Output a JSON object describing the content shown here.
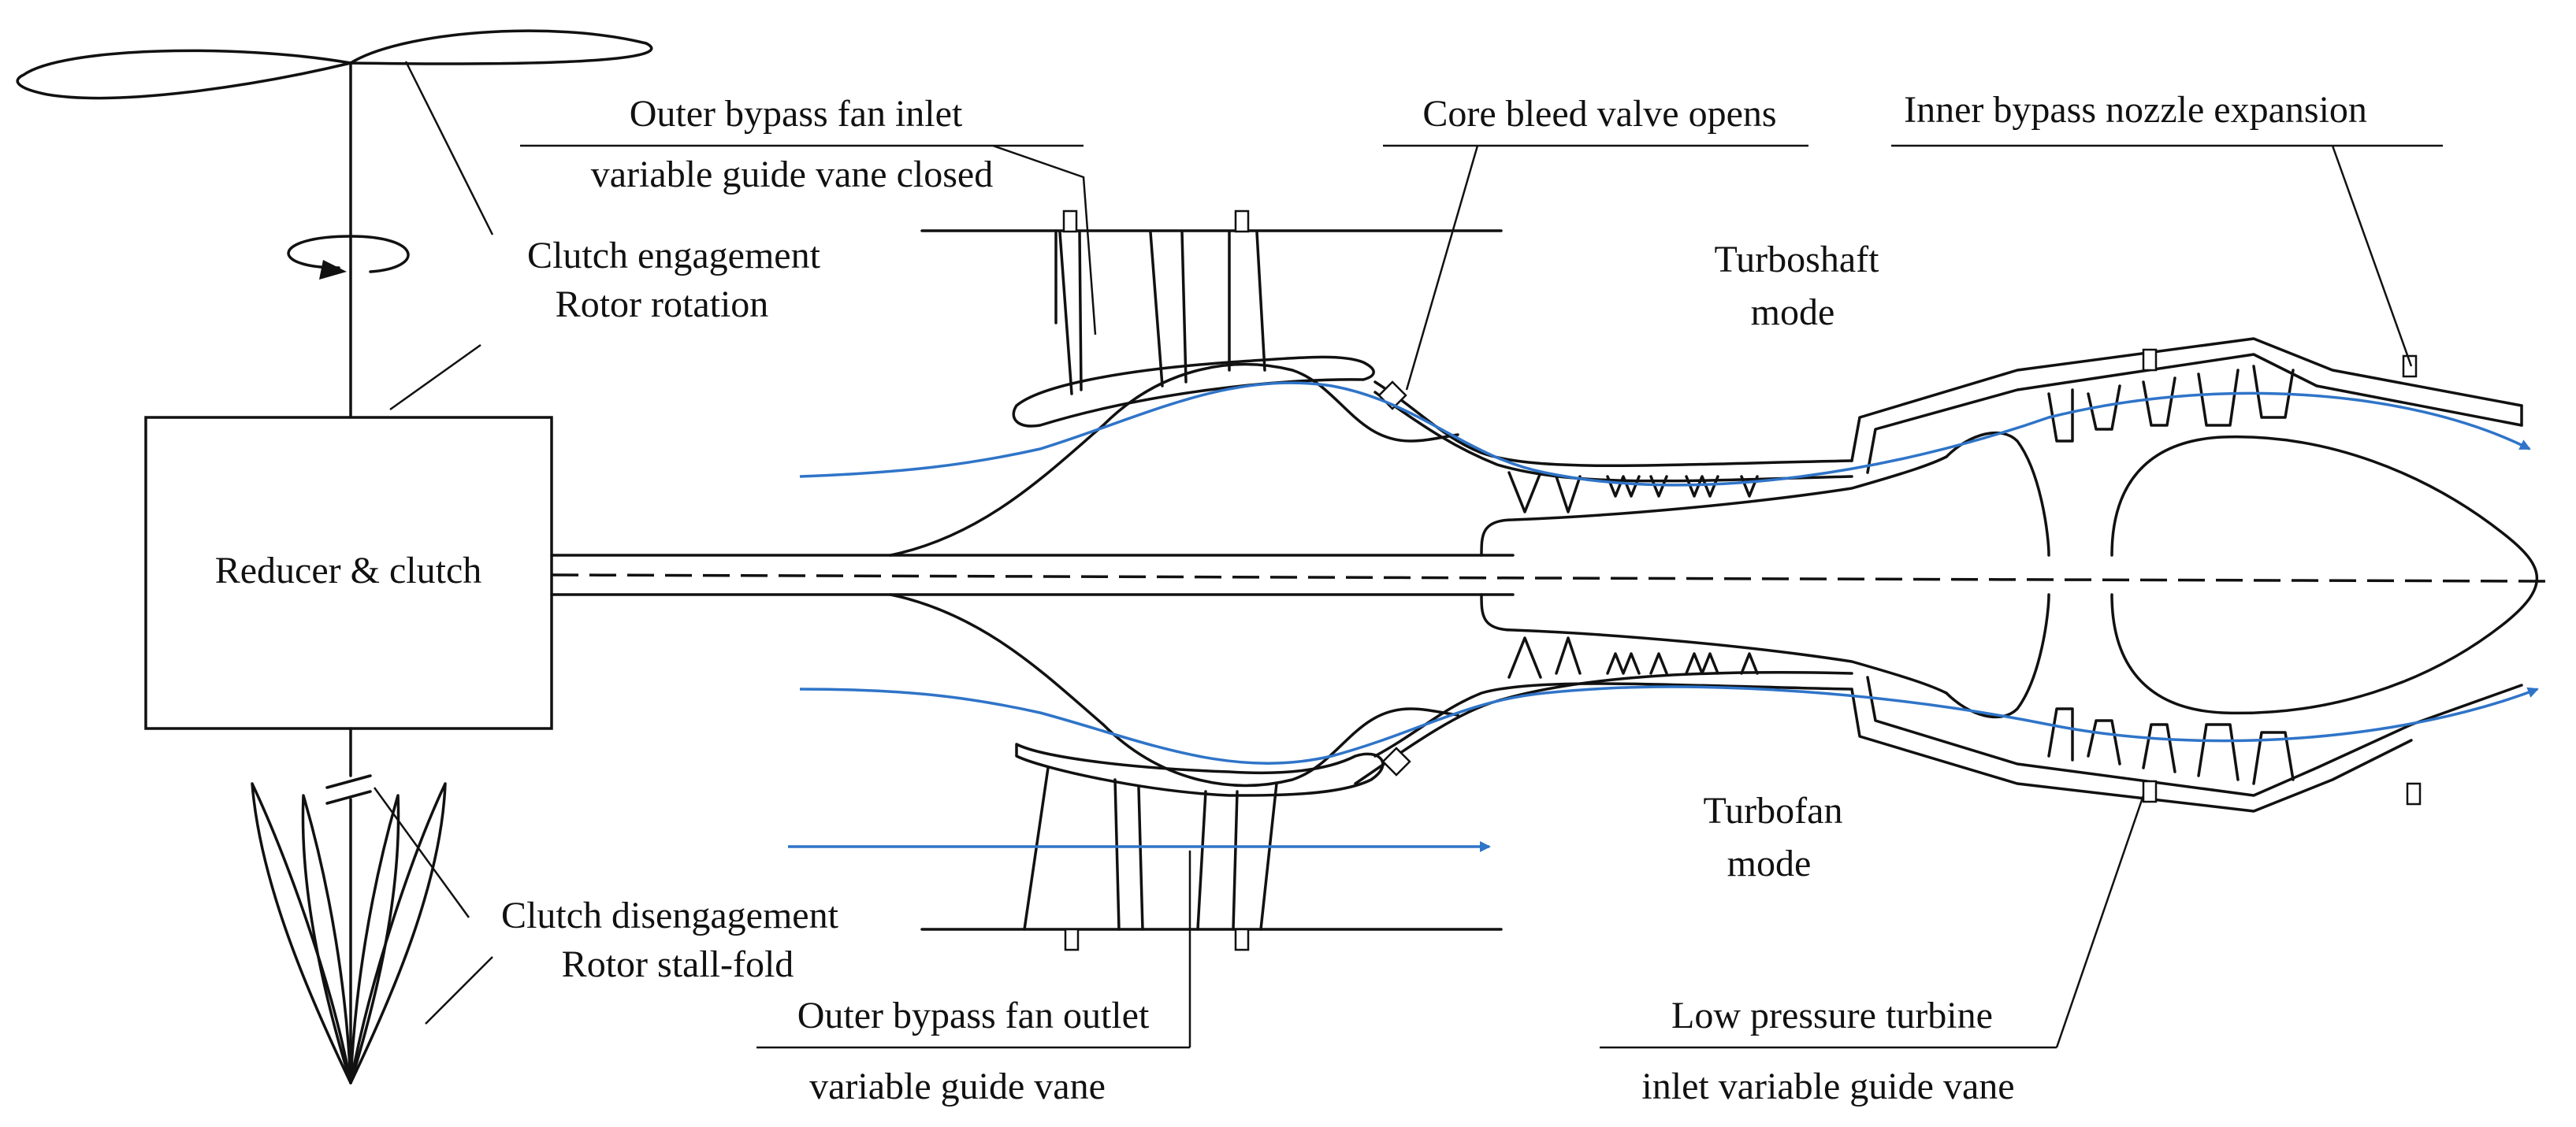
{
  "labels": {
    "outer_bypass_inlet_line1": "Outer bypass fan inlet",
    "outer_bypass_inlet_line2": "variable guide vane closed",
    "core_bleed": "Core bleed valve opens",
    "inner_bypass_nozzle": "Inner bypass nozzle expansion",
    "clutch_engagement_line1": "Clutch engagement",
    "clutch_engagement_line2": "Rotor rotation",
    "turboshaft_line1": "Turboshaft",
    "turboshaft_line2": "mode",
    "reducer_clutch": "Reducer & clutch",
    "turbofan_line1": "Turbofan",
    "turbofan_line2": "mode",
    "clutch_disengagement_line1": "Clutch disengagement",
    "clutch_disengagement_line2": "Rotor stall-fold",
    "outer_bypass_outlet_line1": "Outer bypass fan outlet",
    "outer_bypass_outlet_line2": "variable guide vane",
    "lpt_line1": "Low pressure turbine",
    "lpt_line2": "inlet variable guide vane"
  },
  "colors": {
    "flow": "#2f74c8",
    "line": "#111111"
  }
}
